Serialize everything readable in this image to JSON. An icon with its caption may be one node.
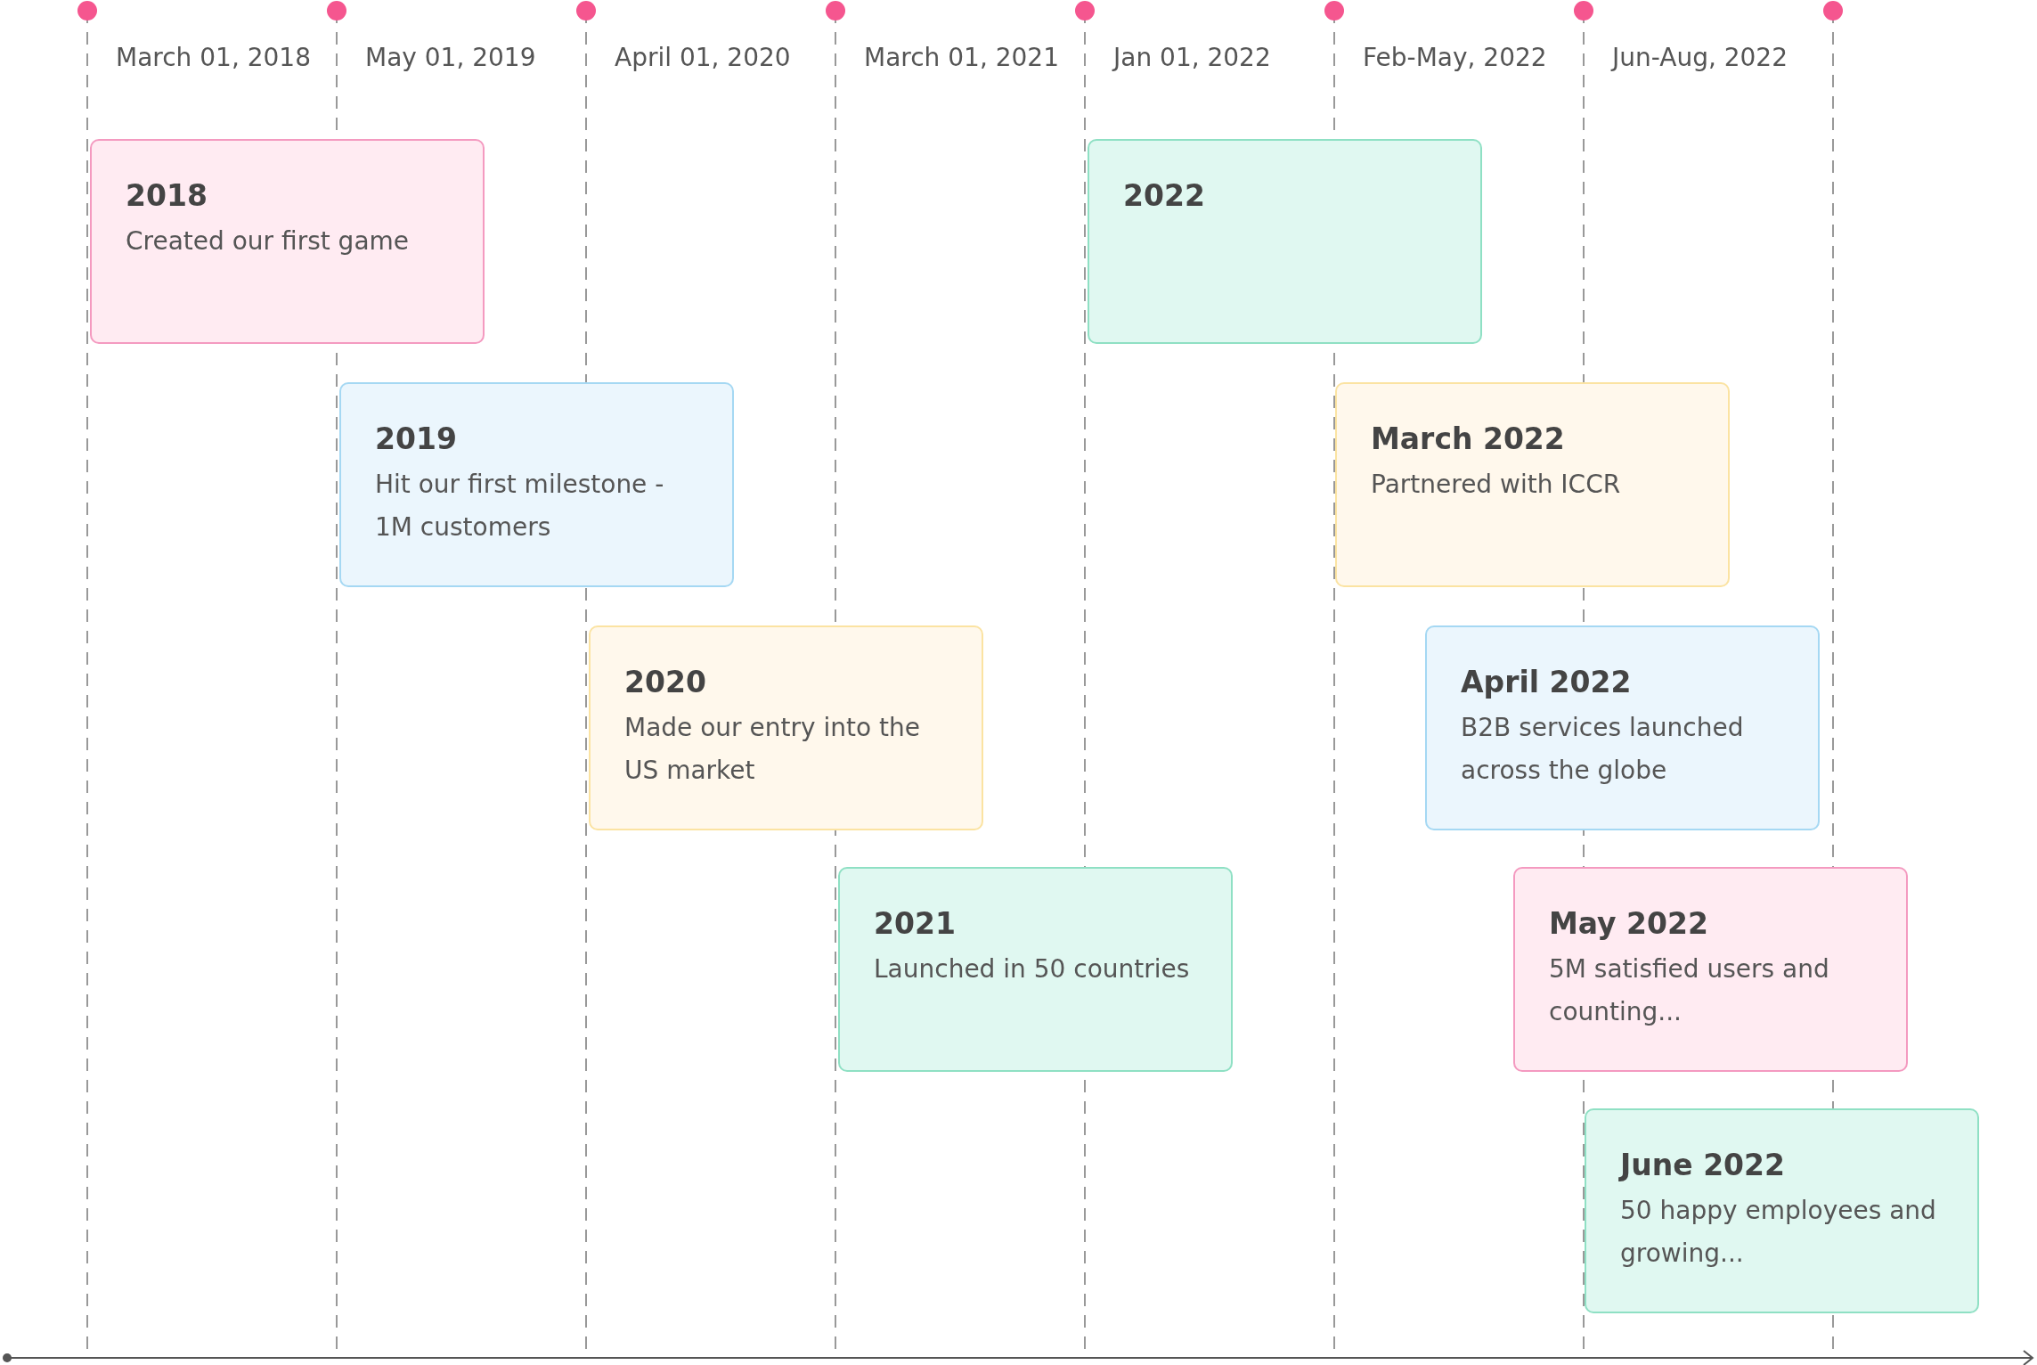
{
  "diagram": {
    "nodes": [
      {
        "text": [
          "2018",
          "Created our first game"
        ]
      },
      {
        "text": [
          "2019",
          "Hit our first milestone - 1M customers"
        ]
      },
      {
        "text": [
          "2020",
          "Made our entry into the US market"
        ]
      },
      {
        "text": [
          "2021",
          "Launched in 50 countries"
        ]
      },
      {
        "text": [
          "2022"
        ]
      },
      {
        "text": [
          "March 2022",
          "Partnered with ICCR"
        ]
      },
      {
        "text": [
          "April 2022",
          "B2B services launched across the globe"
        ]
      },
      {
        "text": [
          "May 2022",
          "5M satisfied users and counting..."
        ]
      },
      {
        "text": [
          "June 2022",
          "50 happy employees and growing..."
        ]
      }
    ],
    "edges": [],
    "labels": [
      "March 01, 2018",
      "May 01, 2019",
      "April 01, 2020",
      "March 01, 2021",
      "Jan 01, 2022",
      "Feb-May, 2022",
      "Jun-Aug, 2022"
    ]
  }
}
